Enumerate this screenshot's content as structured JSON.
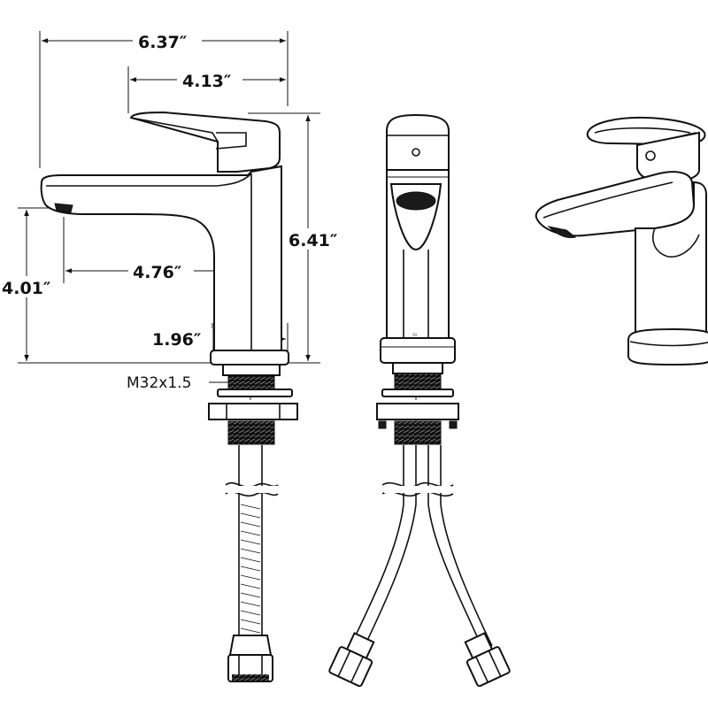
{
  "figure": {
    "dimensions": {
      "overall_width": "6.37″",
      "spout_to_center": "4.13″",
      "total_height": "6.41″",
      "spout_height": "4.01″",
      "spout_reach": "4.76″",
      "base_diameter": "1.96″"
    },
    "thread_spec": "M32x1.5",
    "tiny_mark": "50"
  }
}
